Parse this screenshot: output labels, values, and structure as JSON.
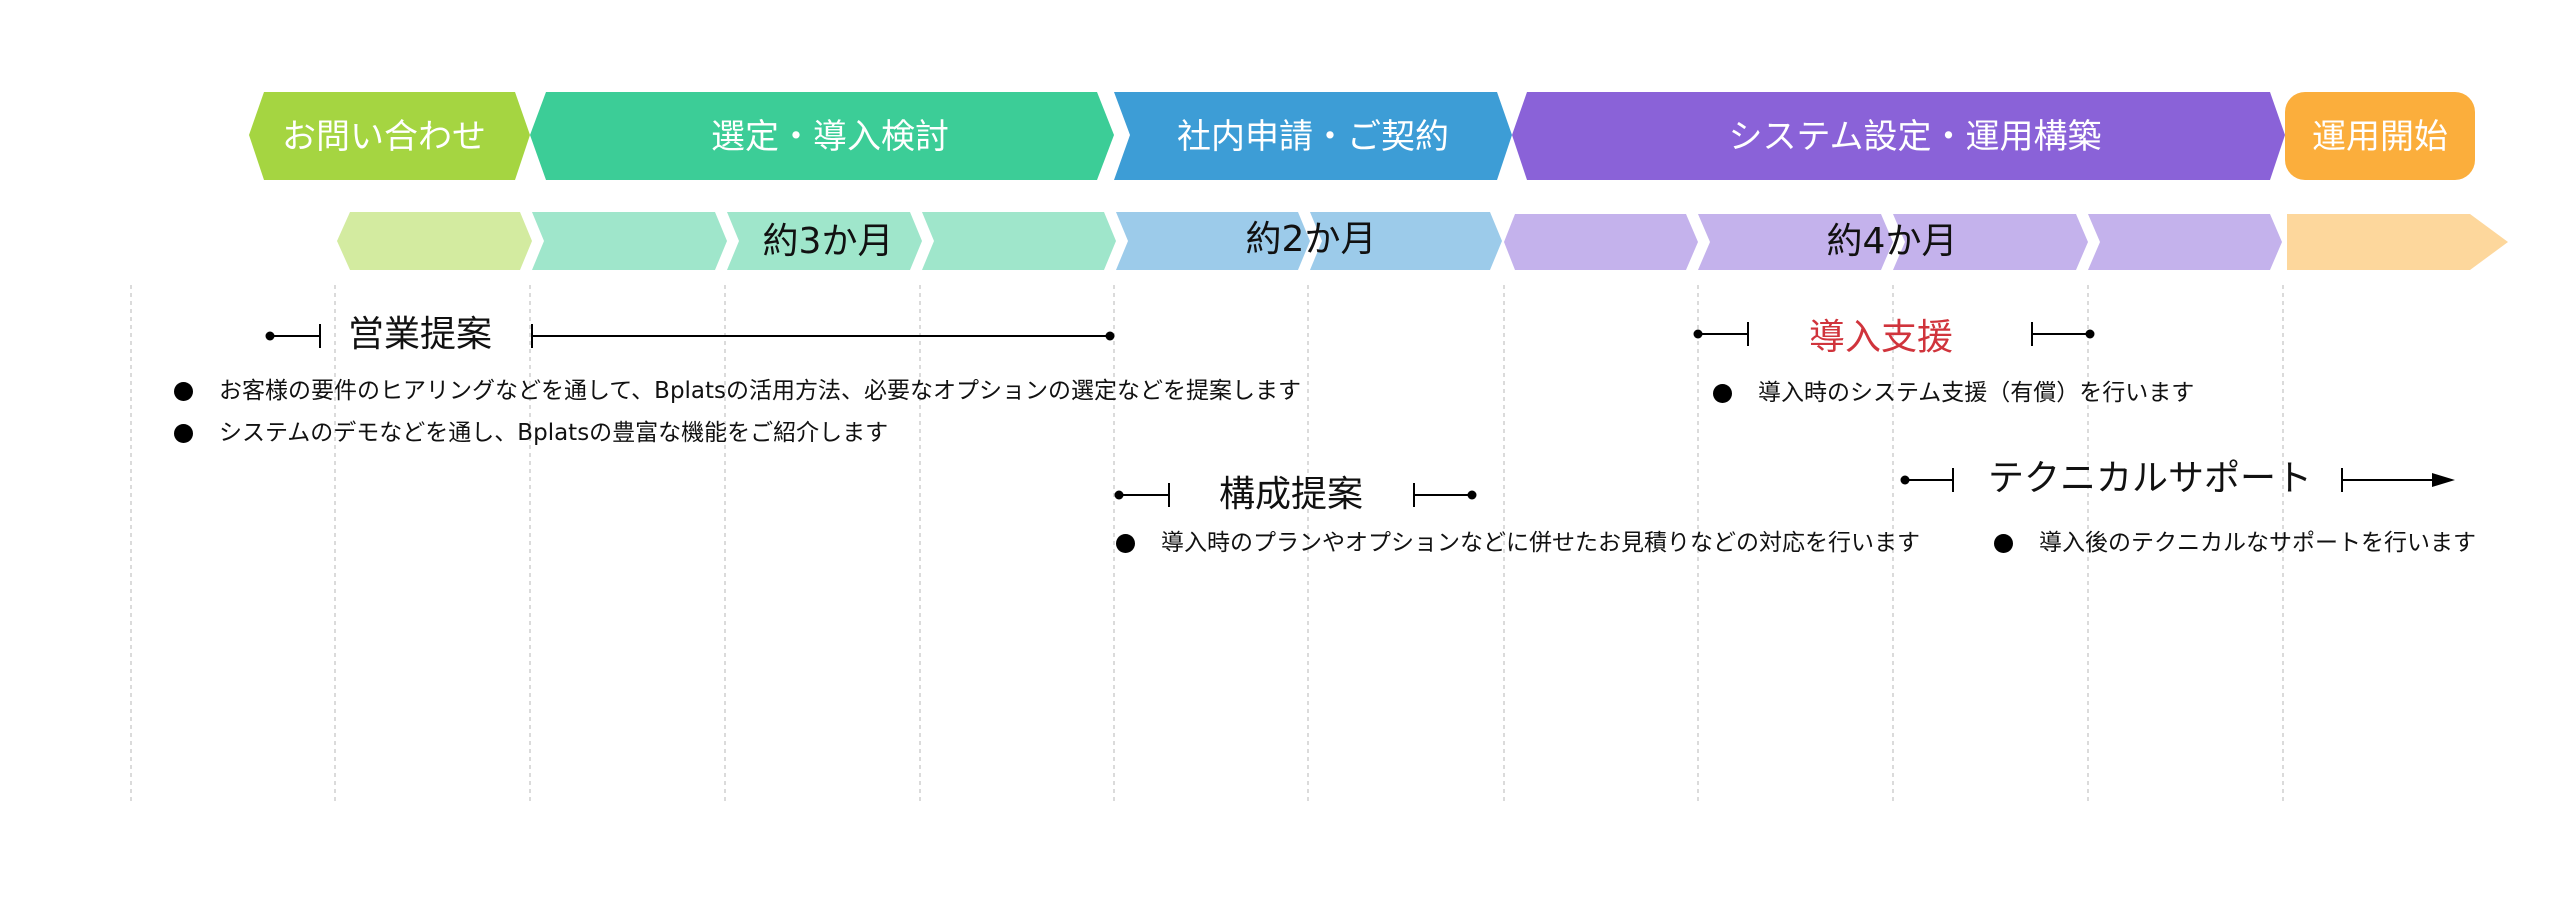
{
  "phases": [
    {
      "label": "お問い合わせ",
      "color": "#a5d541"
    },
    {
      "label": "選定・導入検討",
      "color": "#3ccd97"
    },
    {
      "label": "社内申請・ご契約",
      "color": "#3d9dd6"
    },
    {
      "label": "システム設定・運用構築",
      "color": "#8a62d8"
    },
    {
      "label": "運用開始",
      "color": "#fbae3c"
    }
  ],
  "durations": [
    {
      "label": "約3か月",
      "color": "#9fe6cb"
    },
    {
      "label": "約2か月",
      "color": "#9ccbea"
    },
    {
      "label": "約4か月",
      "color": "#c4b2ec"
    }
  ],
  "extra_colors": {
    "inquiry_light": "#d3eba0",
    "start_light": "#fdd79c",
    "grid": "#cccccc",
    "accent_red": "#d0343c"
  },
  "sections": {
    "sales": {
      "title": "営業提案",
      "bullets": [
        "お客様の要件のヒアリングなどを通して、Bplatsの活用方法、必要なオプションの選定などを提案します",
        "システムのデモなどを通し、Bplatsの豊富な機能をご紹介します"
      ]
    },
    "config": {
      "title": "構成提案",
      "bullets": [
        "導入時のプランやオプションなどに併せたお見積りなどの対応を行います"
      ]
    },
    "support": {
      "title": "導入支援",
      "bullets": [
        "導入時のシステム支援（有償）を行います"
      ]
    },
    "tech": {
      "title": "テクニカルサポート",
      "bullets": [
        "導入後のテクニカルなサポートを行います"
      ]
    }
  }
}
